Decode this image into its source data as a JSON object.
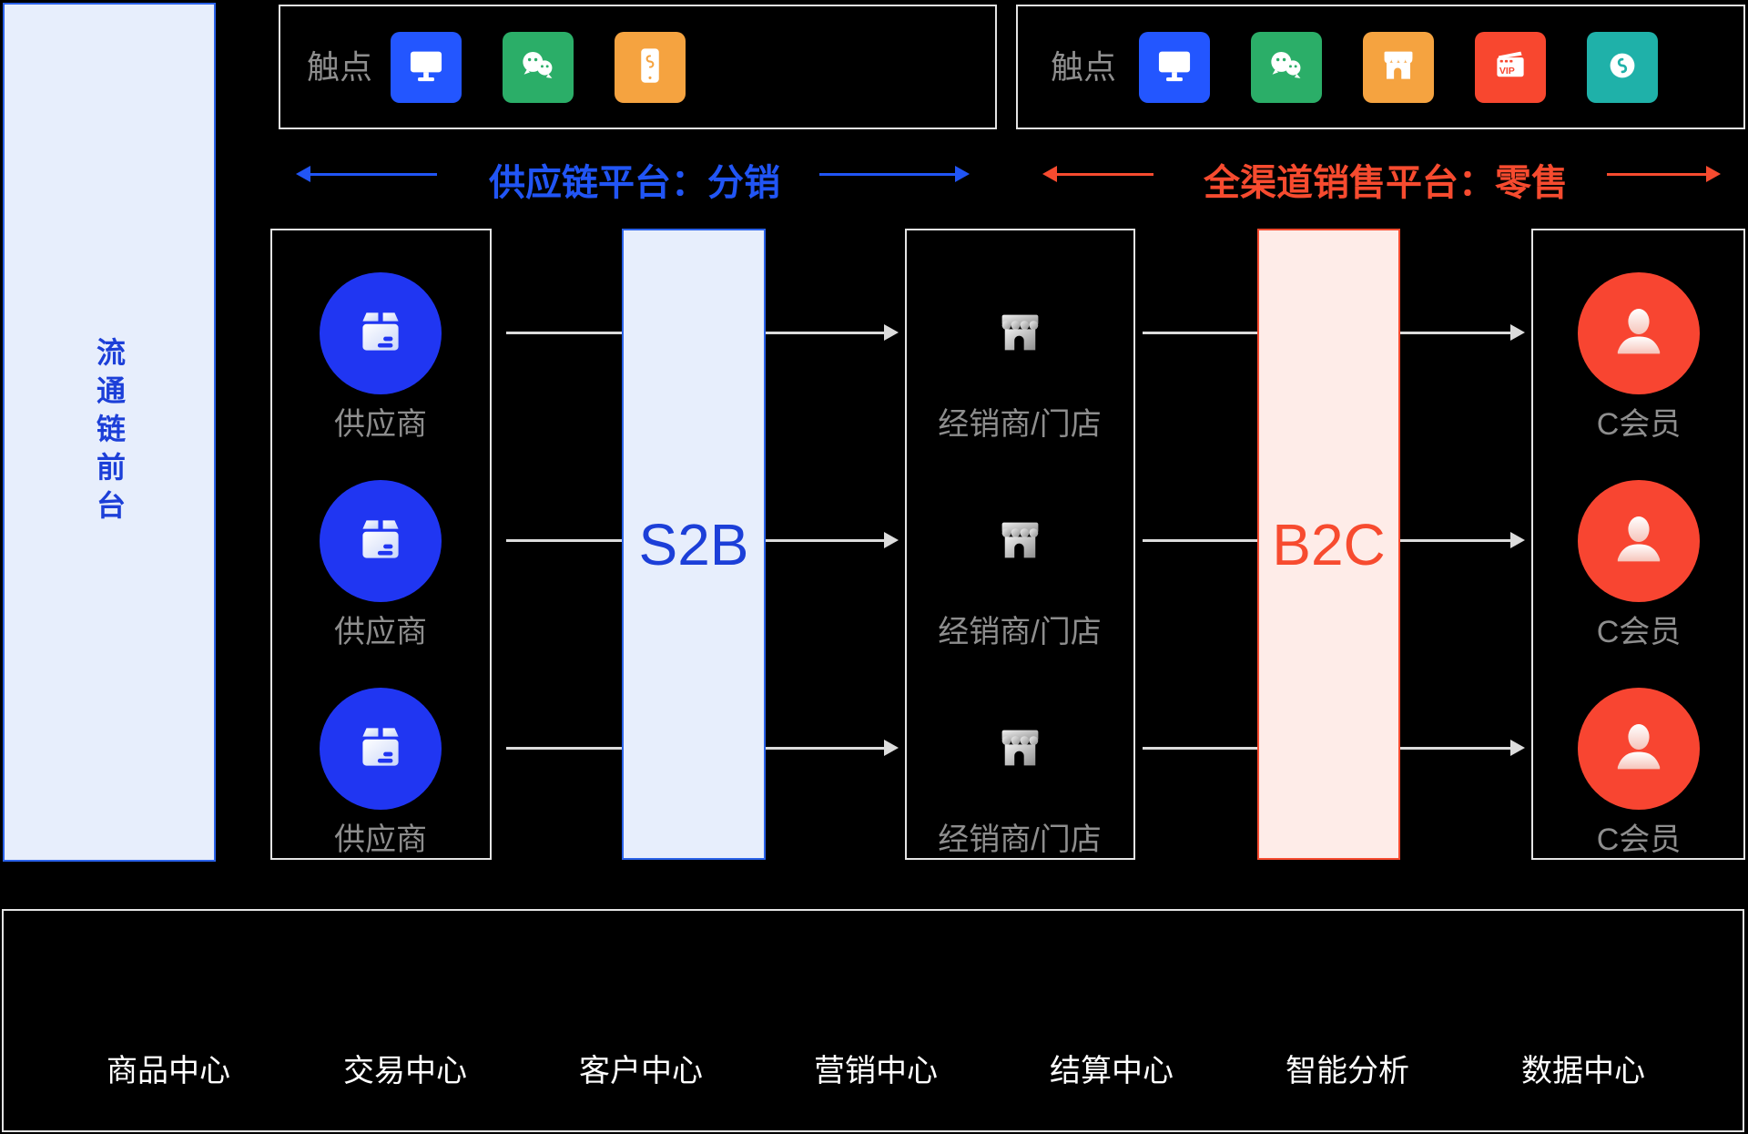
{
  "left_panel": {
    "title": "流通链前台"
  },
  "touchpoints_left": {
    "label": "触点",
    "icons": [
      {
        "name": "desktop",
        "color": "#2356ff"
      },
      {
        "name": "wechat",
        "color": "#2bae68"
      },
      {
        "name": "mobile-app",
        "color": "#f5a340"
      }
    ]
  },
  "touchpoints_right": {
    "label": "触点",
    "icons": [
      {
        "name": "desktop",
        "color": "#2356ff"
      },
      {
        "name": "wechat",
        "color": "#2bae68"
      },
      {
        "name": "store",
        "color": "#f5a340"
      },
      {
        "name": "vip-card",
        "color": "#f8472f"
      },
      {
        "name": "mini-program",
        "color": "#1fb1a9"
      }
    ]
  },
  "flow_labels": {
    "supply_chain": "供应链平台：分销",
    "omni_channel": "全渠道销售平台：零售"
  },
  "columns": {
    "suppliers": {
      "items": [
        "供应商",
        "供应商",
        "供应商"
      ]
    },
    "s2b": {
      "label": "S2B"
    },
    "dealers": {
      "items": [
        "经销商/门店",
        "经销商/门店",
        "经销商/门店"
      ]
    },
    "b2c": {
      "label": "B2C"
    },
    "members": {
      "items": [
        "C会员",
        "C会员",
        "C会员"
      ]
    }
  },
  "bottom_bar": {
    "items": [
      "商品中心",
      "交易中心",
      "客户中心",
      "营销中心",
      "结算中心",
      "智能分析",
      "数据中心"
    ]
  },
  "colors": {
    "background": "#000000",
    "panel_border_gray": "#e4e4e4",
    "panel_border_blue": "#2b62e8",
    "panel_fill_blue": "#e7eefc",
    "panel_border_red": "#f74b2f",
    "panel_fill_red": "#feece8",
    "accent_blue_text": "#2155f5",
    "accent_red_text": "#f74b2f",
    "supplier_circle": "#2036f2",
    "member_circle": "#f84531",
    "gray_text": "#8e8e8e",
    "connector_gray": "#dcdcdc",
    "bottom_text": "#ffffff"
  }
}
